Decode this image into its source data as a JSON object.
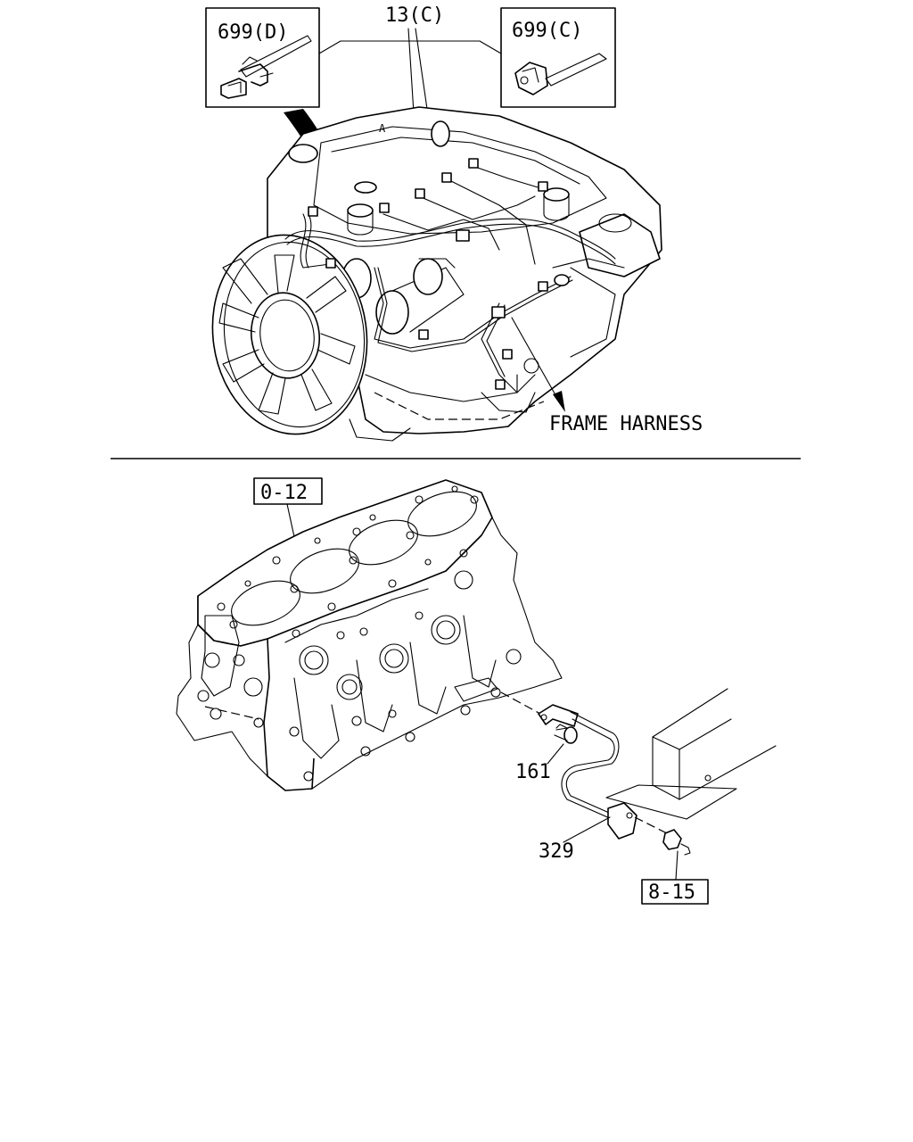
{
  "callouts": {
    "bracket_d": "699(D)",
    "harness_ref": "13(C)",
    "bracket_c": "699(C)",
    "frame_harness": "FRAME HARNESS",
    "block_ref": "0-12",
    "bolt": "161",
    "sensor": "329",
    "frame_bolt_ref": "8-15"
  }
}
